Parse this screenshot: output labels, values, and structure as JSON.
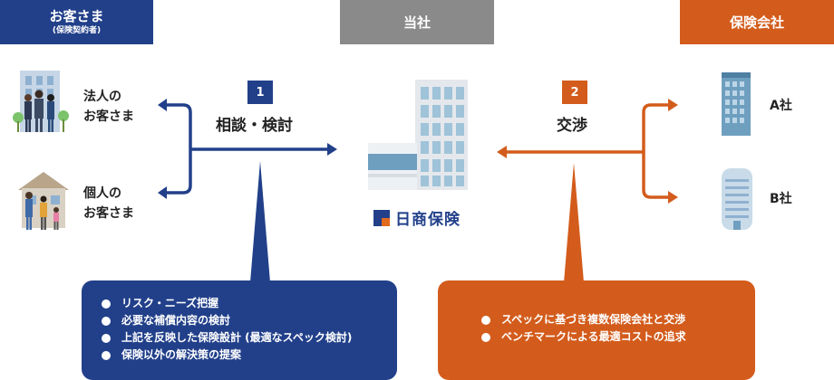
{
  "headers": {
    "customer": {
      "title": "お客さま",
      "subtitle": "(保険契約者)"
    },
    "company": {
      "title": "当社"
    },
    "insurers": {
      "title": "保険会社"
    }
  },
  "customers": {
    "corporate": {
      "line1": "法人の",
      "line2": "お客さま"
    },
    "individual": {
      "line1": "個人の",
      "line2": "お客さま"
    }
  },
  "steps": [
    {
      "number": "1",
      "label": "相談・検討"
    },
    {
      "number": "2",
      "label": "交渉"
    }
  ],
  "company_logo": "日商保険",
  "insurers": {
    "a": "A社",
    "b": "B社"
  },
  "left_box": {
    "items": [
      "リスク・ニーズ把握",
      "必要な補償内容の検討",
      "上記を反映した保険設計 (最適なスペック検討)",
      "保険以外の解決策の提案"
    ]
  },
  "right_box": {
    "items": [
      "スペックに基づき複数保険会社と交渉",
      "ベンチマークによる最適コストの追求"
    ]
  },
  "colors": {
    "navy": "#22408a",
    "gray": "#8a8a8a",
    "orange": "#d35c1c"
  }
}
